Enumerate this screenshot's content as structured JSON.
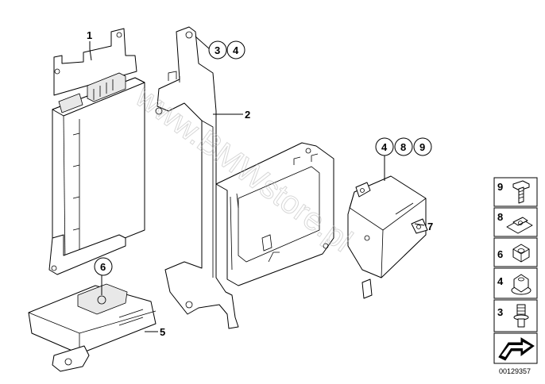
{
  "callouts": {
    "c1": "1",
    "c2": "2",
    "c3": "3",
    "c4a": "4",
    "c5": "5",
    "c6": "6",
    "c7": "7",
    "c4b": "4",
    "c8": "8",
    "c9": "9"
  },
  "legend": {
    "items": [
      "9",
      "8",
      "6",
      "4",
      "3"
    ]
  },
  "watermark": "www.BMWstore.pl",
  "catalog_number": "00129357"
}
